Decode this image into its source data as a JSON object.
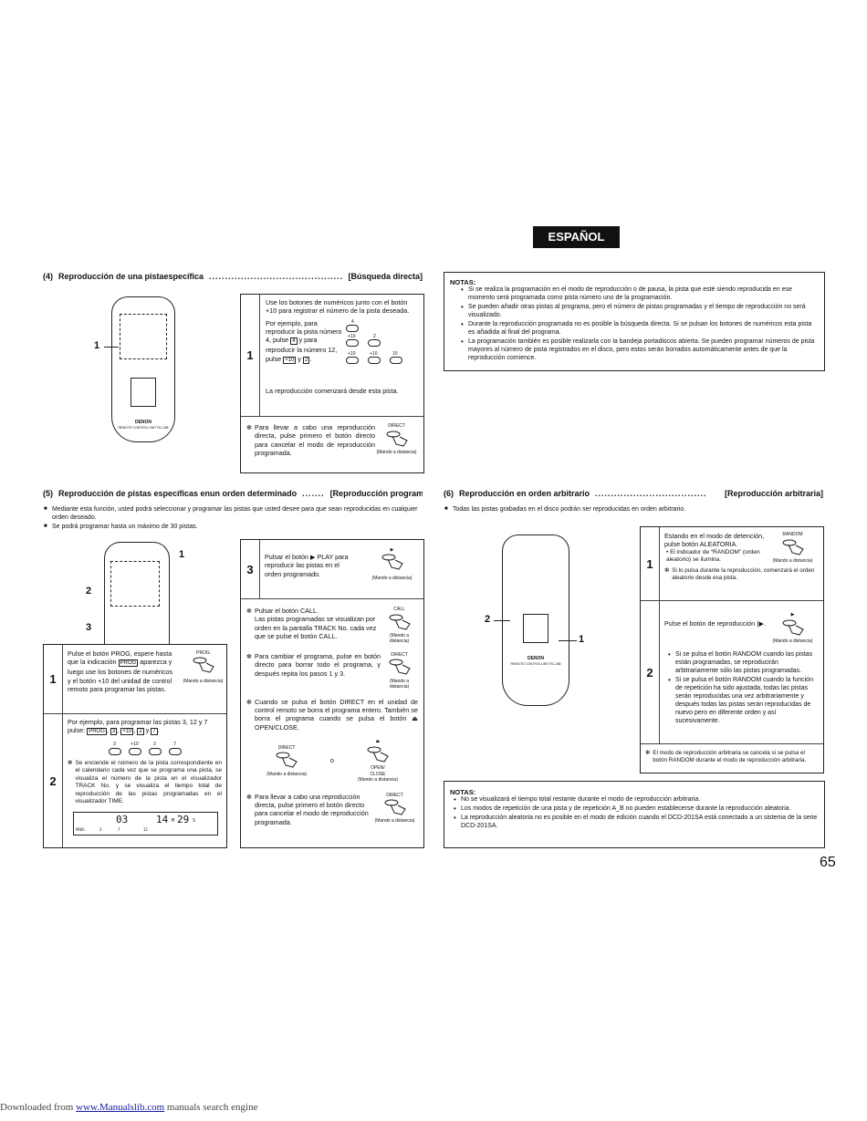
{
  "page": {
    "lang_badge": "ESPAÑOL",
    "page_number": "65",
    "footer": {
      "prefix": "Downloaded from ",
      "link": "www.Manualslib.com",
      "suffix": " manuals search engine"
    }
  },
  "icons": {
    "hand": "hand-press-icon",
    "play": "play-icon",
    "eject": "eject-icon",
    "asterisk": "asterisk-icon"
  },
  "colors": {
    "badge_bg": "#111111",
    "link": "#1a1aa6"
  },
  "sec4": {
    "num": "(4)",
    "title": "Reproducción de una pistaespecífica",
    "dots": "..........................................",
    "tag": "[Búsqueda directa]",
    "callout": "1",
    "step": "1",
    "p1": "Use los botones de numéricos junto con el botón +10 para registrar el número de la pista deseada.",
    "p2a": "Por ejemplo, para reproducir la pista número 4, pulse",
    "k4": "4",
    "p2b": "y para reproducir la número 12, pulse",
    "k10": "+10",
    "p2c": "y",
    "k2": "2",
    "p2d": ".",
    "p3": "La reproducción comenzará desde esta pista.",
    "btn_labels": [
      "4",
      "+10",
      "2",
      "+10",
      "+10",
      "10"
    ],
    "note": "Para llevar a cabo una reproducción directa, pulse primero el botón directo para cancelar el modo de reproducción programada.",
    "note_btn": "DIRECT",
    "note_cap": "(Mando a distancia)"
  },
  "notes_top": {
    "title": "NOTAS:",
    "items": [
      "Si se realiza la programación en el modo de reproducción o de pausa, la pista que esté siendo reproducida en ese momento será programada como pista número uno de la programación.",
      "Se pueden añadir otras pistas al programa, pero el número de pistas programadas y el tiempo de reproducción no será visualizado.",
      "Durante la reproducción programada no es posible la búsqueda directa. Si se pulsan los botones de numéricos esta pista es añadida al final del programa.",
      "La programación también es posible realizarla con la bandeja portadiscos abierta. Se pueden programar números de pista mayores al número de pista registrados en el disco, pero estos serán borrados automáticamente antes de que la reproducción comience."
    ]
  },
  "sec5": {
    "num": "(5)",
    "title": "Reproducción de pistas específicas enun orden determinado",
    "dots": ".......",
    "tag": "[Reproducción programada]",
    "bullets": [
      "Mediante esta función, usted podrá seleccionar y programar las pistas que usted desee para que sean reproducidas en cualquier orden deseado.",
      "Se podrá programar hasta un máximo de 30 pistas."
    ],
    "callouts": [
      "1",
      "2",
      "3"
    ],
    "step1": {
      "n": "1",
      "a": "Pulse el botón PROG, espere hasta que la indicación",
      "key": "PROG",
      "b": "aparezca y luego use los botones de numéricos y el botón +10 del unidad de control remoto para programar las pistas.",
      "btn": "PROG",
      "cap": "(Mando a distancia)"
    },
    "step2": {
      "n": "2",
      "a": "Por ejemplo, para programar las pistas 3, 12 y 7 pulse:",
      "keys": [
        "PROG",
        "3",
        "+10",
        "2",
        "7"
      ],
      "sep": ",",
      "and": "y",
      "end": ".",
      "btn_labels": [
        "3",
        "+10",
        "2",
        "7"
      ],
      "note": "Se enciende el número de la pista correspondiente en el calendario cada vez que se programa una pista, se visualiza el número de la pista en el visualizador TRACK No. y se visualiza el tiempo total de reproducción de las pistas programadas en el visualizador TIME.",
      "lcd_track": "03",
      "lcd_time": "14",
      "lcd_m": "M",
      "lcd_sec": "29",
      "lcd_s": "S",
      "lcd_prog": "PROG",
      "lcd_cal": [
        "3",
        "7",
        "12"
      ]
    },
    "step3": {
      "n": "3",
      "text": "Pulsar el botón ▶ PLAY para reproducir las pistas en el orden programado.",
      "cap": "(Mando a distancia)"
    },
    "notes": [
      {
        "text": "Pulsar el botón CALL.\nLas pistas programadas se visualizan por orden en la pantalla TRACK No. cada vez que se pulse el botón CALL.",
        "btn": "CALL",
        "cap": "(Mando a distancia)"
      },
      {
        "text": "Para cambiar el programa, pulse en botón directo para borrar todo el programa, y después repita los pasos 1 y 3.",
        "btn": "DIRECT",
        "cap": "(Mando a distancia)"
      },
      {
        "text": "Cuando se pulsa el botón DIRECT en el unidad de control remoto se borra el programa entero. También se borra el programa cuando se pulsa el botón ⏏ OPEN/CLOSE."
      },
      {
        "text": "Para llevar a cabo una reproducción directa, pulse primero el botón directo para cancelar el modo de reproducción programada.",
        "btn": "DIRECT",
        "cap": "(Mando a distancia)"
      }
    ],
    "pair": {
      "btn1": "DIRECT",
      "or": "o",
      "btn2": "OPEN/\nCLOSE",
      "cap": "(Mando a distancia)"
    }
  },
  "sec6": {
    "num": "(6)",
    "title": "Reproducción en orden arbitrario",
    "dots": "...................................",
    "tag": "[Reproducción arbitraria]",
    "bullets": [
      "Todas las pistas grabadas en el disco podrán ser reproducidas en orden arbitrario."
    ],
    "callouts": [
      "2",
      "1"
    ],
    "step1": {
      "n": "1",
      "text": "Estando en el modo de detención, pulse botón ALEATORIA.",
      "sub": "• El indicador de “RANDOM” (orden aleatorio) se ilumina.",
      "note": "Si lo pulsa durante la reproducción, comenzará el orden aleatorio desde esa pista.",
      "btn": "RANDOM",
      "cap": "(Mando a distancia)"
    },
    "step2": {
      "n": "2",
      "text": "Pulse el botón de reproducción (▶.",
      "cap": "(Mando a distancia)",
      "items": [
        "Si se pulsa el botón RANDOM cuando las pistas están programadas, se reproducirán arbitrariamente sólo las pistas programadas.",
        "Si se pulsa el botón RANDOM cuando la función de repetición ha sido ajustada, todas las pistas serán reproducidas una vez arbitrariamente y después todas las pistas serán reproducidas de nuevo pero en diferente orden y así sucesivamente."
      ]
    },
    "box_note": "El modo de reproducción arbitraria se cancela si se pulsa el botón RANDOM durante el modo de reproducción arbitraria."
  },
  "notes_bottom": {
    "title": "NOTAS:",
    "items": [
      "No se visualizará el tiempo total restante durante el modo de reproducción arbitraria.",
      "Los modos de repetición de una pista y de repetición A_B no pueden establecerse durante la reproducción aleatoria.",
      "La reproducción aleatoria no es posible en el modo de edición cuando el DCD-201SA está conectado a un sistema de la serie DCD-201SA."
    ]
  },
  "remote": {
    "brand": "DENON",
    "model": "REMOTE CONTROL UNIT   RC-268"
  }
}
